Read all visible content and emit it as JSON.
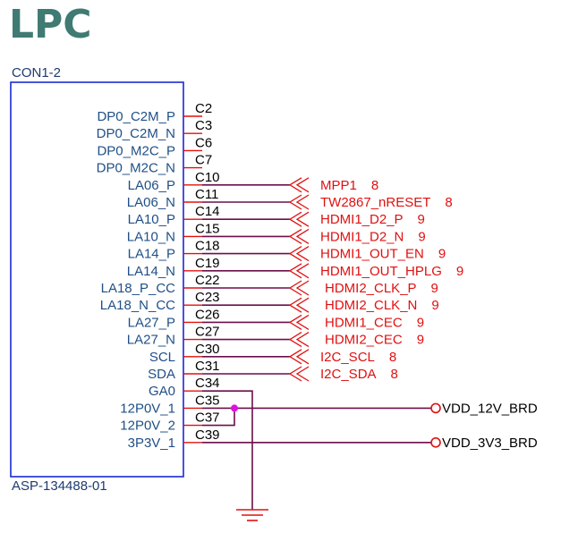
{
  "title": "LPC",
  "component": {
    "reference": "CON1-2",
    "part_number": "ASP-134488-01"
  },
  "pins": [
    {
      "name": "DP0_C2M_P",
      "number": "C2"
    },
    {
      "name": "DP0_C2M_N",
      "number": "C3"
    },
    {
      "name": "DP0_M2C_P",
      "number": "C6"
    },
    {
      "name": "DP0_M2C_N",
      "number": "C7"
    },
    {
      "name": "LA06_P",
      "number": "C10"
    },
    {
      "name": "LA06_N",
      "number": "C11"
    },
    {
      "name": "LA10_P",
      "number": "C14"
    },
    {
      "name": "LA10_N",
      "number": "C15"
    },
    {
      "name": "LA14_P",
      "number": "C18"
    },
    {
      "name": "LA14_N",
      "number": "C19"
    },
    {
      "name": "LA18_P_CC",
      "number": "C22"
    },
    {
      "name": "LA18_N_CC",
      "number": "C23"
    },
    {
      "name": "LA27_P",
      "number": "C26"
    },
    {
      "name": "LA27_N",
      "number": "C27"
    },
    {
      "name": "SCL",
      "number": "C30"
    },
    {
      "name": "SDA",
      "number": "C31"
    },
    {
      "name": "GA0",
      "number": "C34"
    },
    {
      "name": "12P0V_1",
      "number": "C35"
    },
    {
      "name": "12P0V_2",
      "number": "C37"
    },
    {
      "name": "3P3V_1",
      "number": "C39"
    }
  ],
  "off_page_nets": [
    {
      "pin": "LA06_P",
      "net": "MPP1",
      "page": "8"
    },
    {
      "pin": "LA06_N",
      "net": "TW2867_nRESET",
      "page": "8"
    },
    {
      "pin": "LA10_P",
      "net": "HDMI1_D2_P",
      "page": "9"
    },
    {
      "pin": "LA10_N",
      "net": "HDMI1_D2_N",
      "page": "9"
    },
    {
      "pin": "LA14_P",
      "net": "HDMI1_OUT_EN",
      "page": "9"
    },
    {
      "pin": "LA14_N",
      "net": "HDMI1_OUT_HPLG",
      "page": "9"
    },
    {
      "pin": "LA18_P_CC",
      "net": "HDMI2_CLK_P",
      "page": "9"
    },
    {
      "pin": "LA18_N_CC",
      "net": "HDMI2_CLK_N",
      "page": "9"
    },
    {
      "pin": "LA27_P",
      "net": "HDMI1_CEC",
      "page": "9"
    },
    {
      "pin": "LA27_N",
      "net": "HDMI2_CEC",
      "page": "9"
    },
    {
      "pin": "SCL",
      "net": "I2C_SCL",
      "page": "8"
    },
    {
      "pin": "SDA",
      "net": "I2C_SDA",
      "page": "8"
    }
  ],
  "power_nets": [
    {
      "pins": [
        "12P0V_1",
        "12P0V_2"
      ],
      "label": "VDD_12V_BRD"
    },
    {
      "pins": [
        "3P3V_1"
      ],
      "label": "VDD_3V3_BRD"
    }
  ],
  "ground": {
    "pin": "GA0"
  },
  "colors": {
    "title": "#3f7a73",
    "box": "#1a2ad0",
    "net_label": "#e01010",
    "wire": "#6a0f4a",
    "junction": "#e010e0"
  }
}
